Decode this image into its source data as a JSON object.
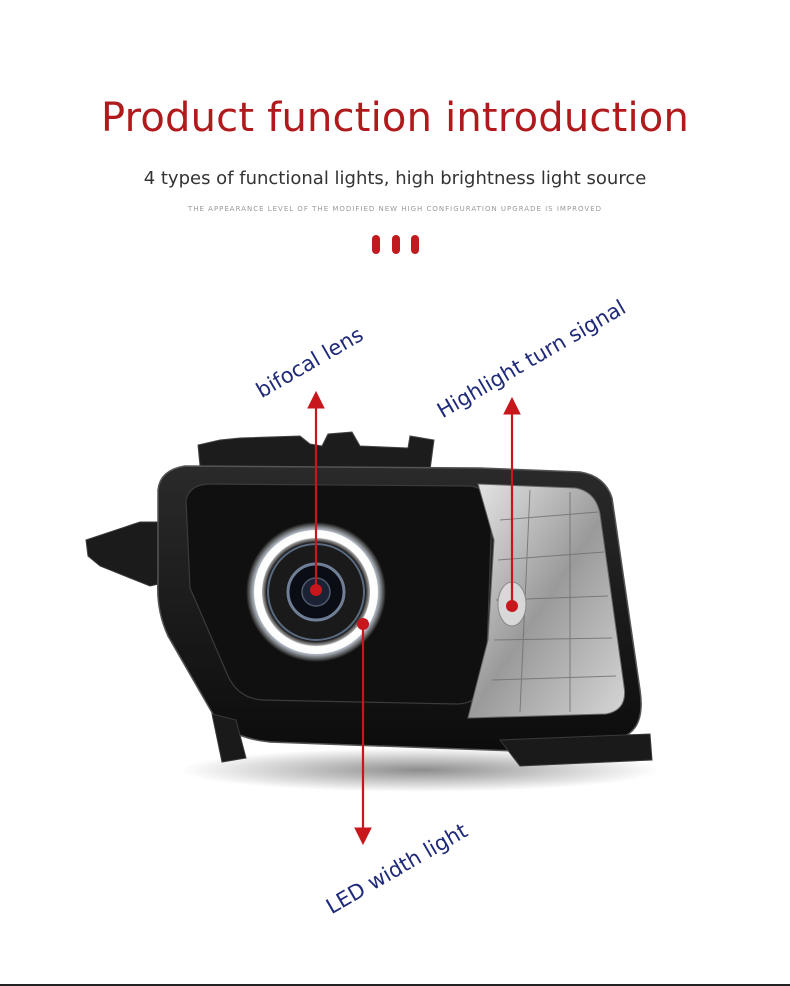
{
  "header": {
    "title": "Product function introduction",
    "subtitle": "4 types of functional lights, high brightness light source",
    "tagline": "THE APPEARANCE LEVEL OF THE MODIFIED NEW HIGH CONFIGURATION UPGRADE IS IMPROVED"
  },
  "callouts": {
    "bifocal_lens": "bifocal lens",
    "turn_signal": "Highlight turn signal",
    "width_light": "LED width light"
  },
  "colors": {
    "title": "#b01a1d",
    "accent_dots": "#c11b1f",
    "arrows": "#c8161d",
    "labels": "#1f2a7a"
  },
  "icons": {
    "header_dots": "three-red-dots",
    "product": "headlight-assembly-photo"
  }
}
